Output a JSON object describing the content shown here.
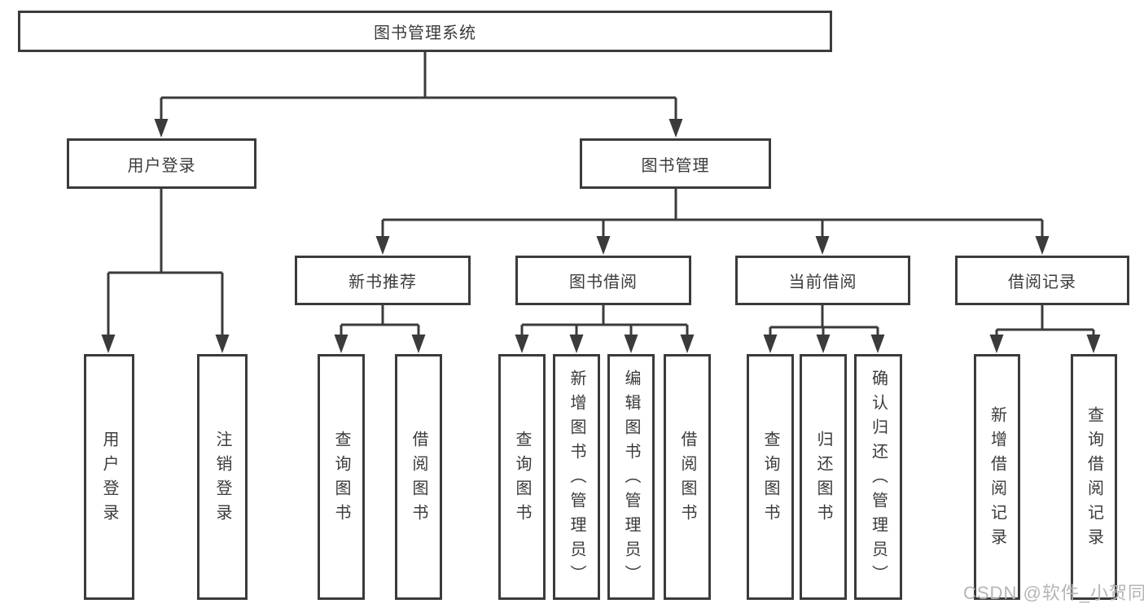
{
  "tree": {
    "root": "图书管理系统",
    "children": [
      {
        "label": "用户登录",
        "children": [
          "用户登录",
          "注销登录"
        ]
      },
      {
        "label": "图书管理",
        "children": [
          {
            "label": "新书推荐",
            "children": [
              "查询图书",
              "借阅图书"
            ]
          },
          {
            "label": "图书借阅",
            "children": [
              "查询图书",
              "新增图书（管理员）",
              "编辑图书（管理员）",
              "借阅图书"
            ]
          },
          {
            "label": "当前借阅",
            "children": [
              "查询图书",
              "归还图书",
              "确认归还（管理员）"
            ]
          },
          {
            "label": "借阅记录",
            "children": [
              "新增借阅记录",
              "查询借阅记录"
            ]
          }
        ]
      }
    ]
  },
  "watermark": "CSDN @软件_小贺同学",
  "colors": {
    "line": "#3b3b3b",
    "text": "#3b3b3b",
    "watermark": "#b5b5b5",
    "background": "#ffffff"
  }
}
